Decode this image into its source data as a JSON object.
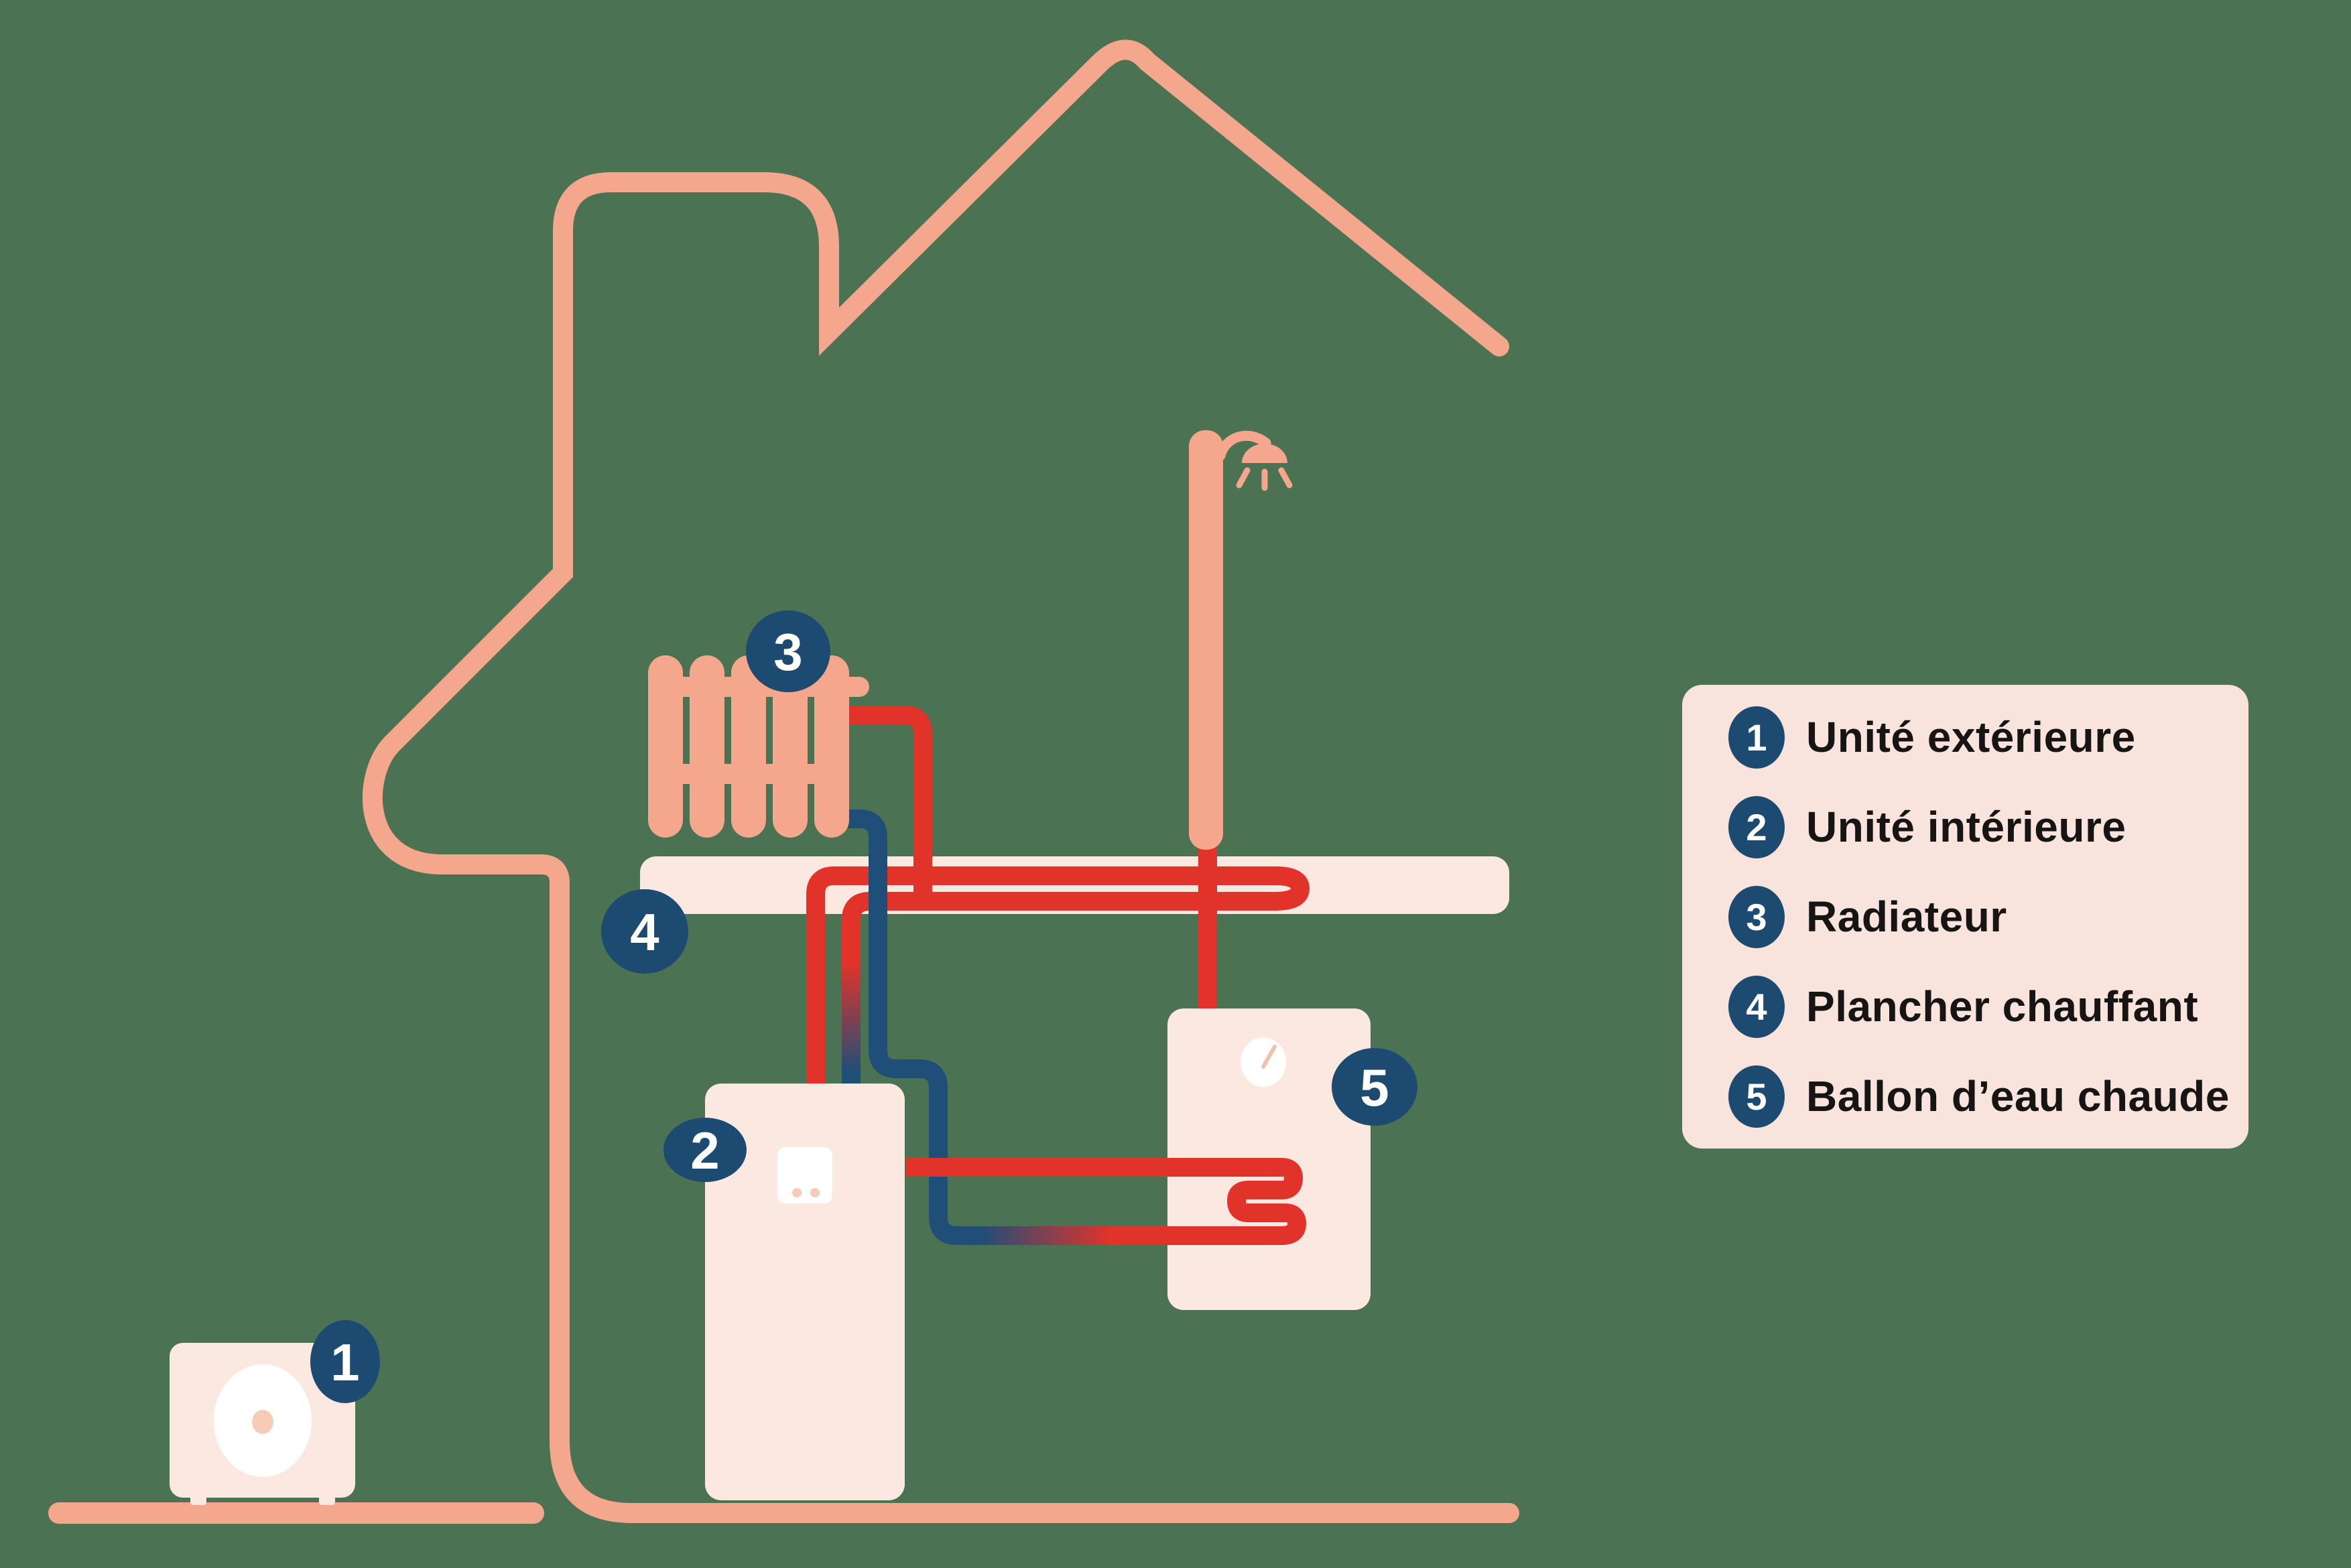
{
  "colors": {
    "background_green": "#4B7253",
    "house_salmon": "#F4A78D",
    "equipment_pink": "#FBE8E0",
    "legend_panel_pink": "#F9E4DD",
    "pipe_hot_red": "#E1332A",
    "pipe_cold_navy": "#1F4E78",
    "badge_navy": "#1D4A70",
    "text_dark": "#161513",
    "white": "#FFFFFF"
  },
  "diagram": {
    "badges": [
      {
        "number": "1"
      },
      {
        "number": "2"
      },
      {
        "number": "3"
      },
      {
        "number": "4"
      },
      {
        "number": "5"
      }
    ]
  },
  "legend": {
    "items": [
      {
        "number": "1",
        "label": "Unité extérieure"
      },
      {
        "number": "2",
        "label": "Unité intérieure"
      },
      {
        "number": "3",
        "label": "Radiateur"
      },
      {
        "number": "4",
        "label": "Plancher chauffant"
      },
      {
        "number": "5",
        "label": "Ballon d’eau chaude"
      }
    ]
  }
}
